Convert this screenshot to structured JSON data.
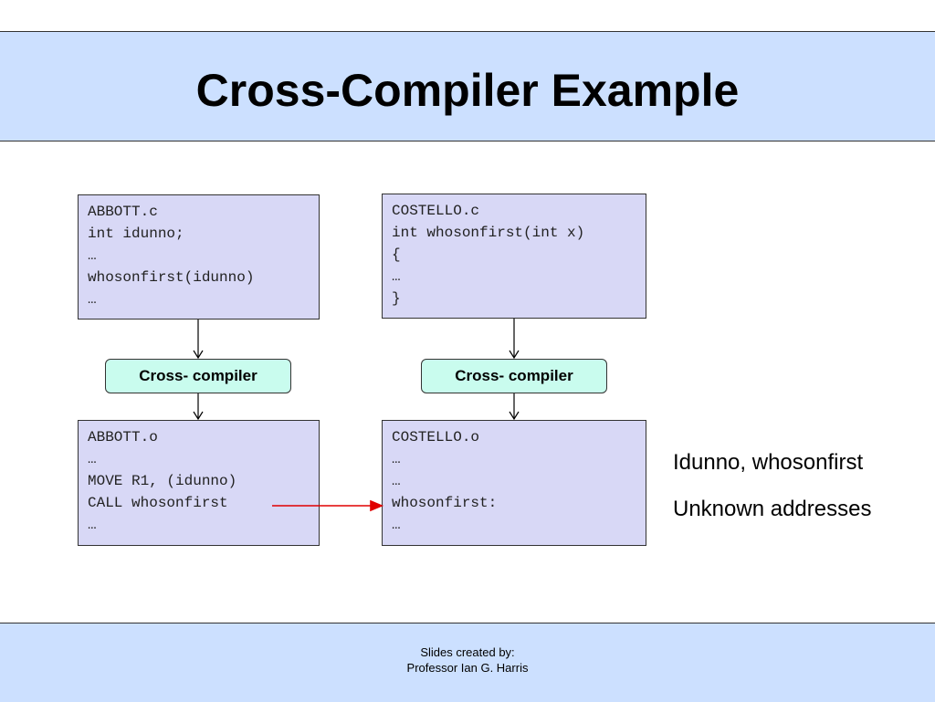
{
  "slide": {
    "title": "Cross-Compiler Example"
  },
  "diagram": {
    "abbott_source": [
      "ABBOTT.c",
      "int idunno;",
      "…",
      "whosonfirst(idunno)",
      "…"
    ],
    "costello_source": [
      "COSTELLO.c",
      "int whosonfirst(int x)",
      "{",
      "…",
      "}"
    ],
    "abbott_object": [
      "ABBOTT.o",
      "…",
      "MOVE R1, (idunno)",
      "CALL whosonfirst",
      "…"
    ],
    "costello_object": [
      "COSTELLO.o",
      "…",
      "…",
      "whosonfirst:",
      "…"
    ],
    "compiler_left": "Cross- compiler",
    "compiler_right": "Cross- compiler",
    "notes": [
      "Idunno, whosonfirst",
      "Unknown addresses"
    ],
    "colors": {
      "band": "#cce0ff",
      "code_box": "#d8d8f6",
      "compiler_box": "#c9fcee",
      "link_arrow": "#e00000"
    }
  },
  "footer": {
    "credit_line1": "Slides created by:",
    "credit_line2": "Professor Ian G. Harris"
  }
}
